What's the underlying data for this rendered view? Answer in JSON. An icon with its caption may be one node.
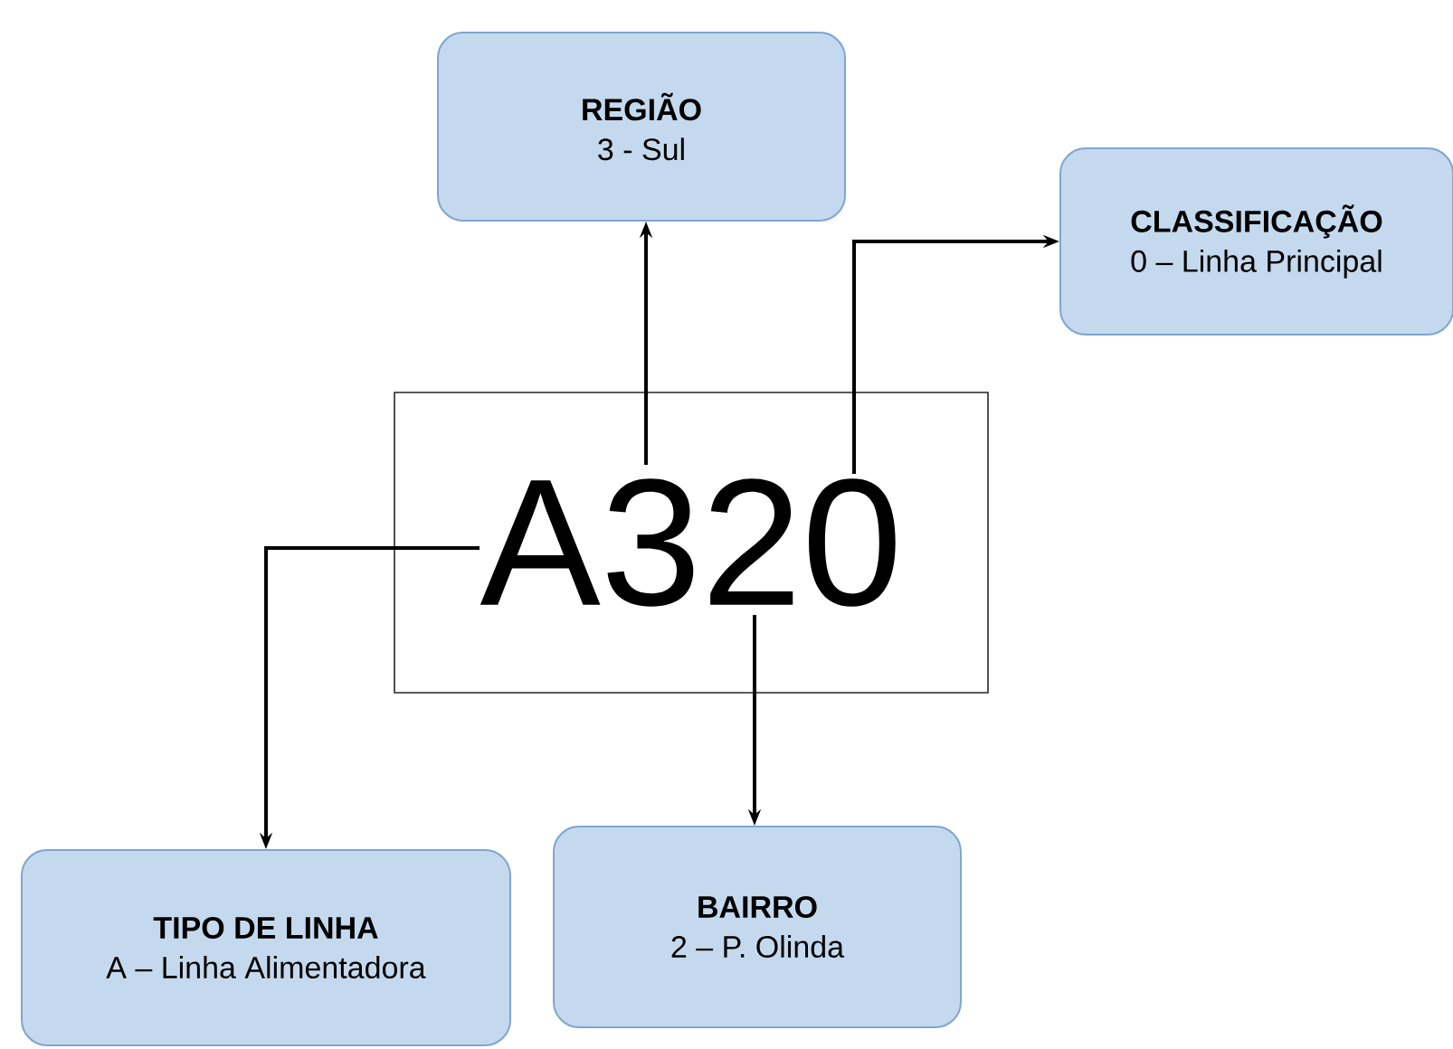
{
  "diagram": {
    "nodes": [
      {
        "text": [
          "REGIÃO",
          "3 - Sul"
        ]
      },
      {
        "text": [
          "CLASSIFICAÇÃO",
          "0 – Linha Principal"
        ]
      },
      {
        "text": [
          "A320"
        ]
      },
      {
        "text": [
          "TIPO DE LINHA",
          "A – Linha Alimentadora"
        ]
      },
      {
        "text": [
          "BAIRRO",
          "2 – P. Olinda"
        ]
      }
    ],
    "edges": [
      {
        "from": 2,
        "to": 0,
        "arrow": "to"
      },
      {
        "from": 2,
        "to": 1,
        "arrow": "to"
      },
      {
        "from": 2,
        "to": 3,
        "arrow": "to"
      },
      {
        "from": 2,
        "to": 4,
        "arrow": "to"
      }
    ]
  }
}
